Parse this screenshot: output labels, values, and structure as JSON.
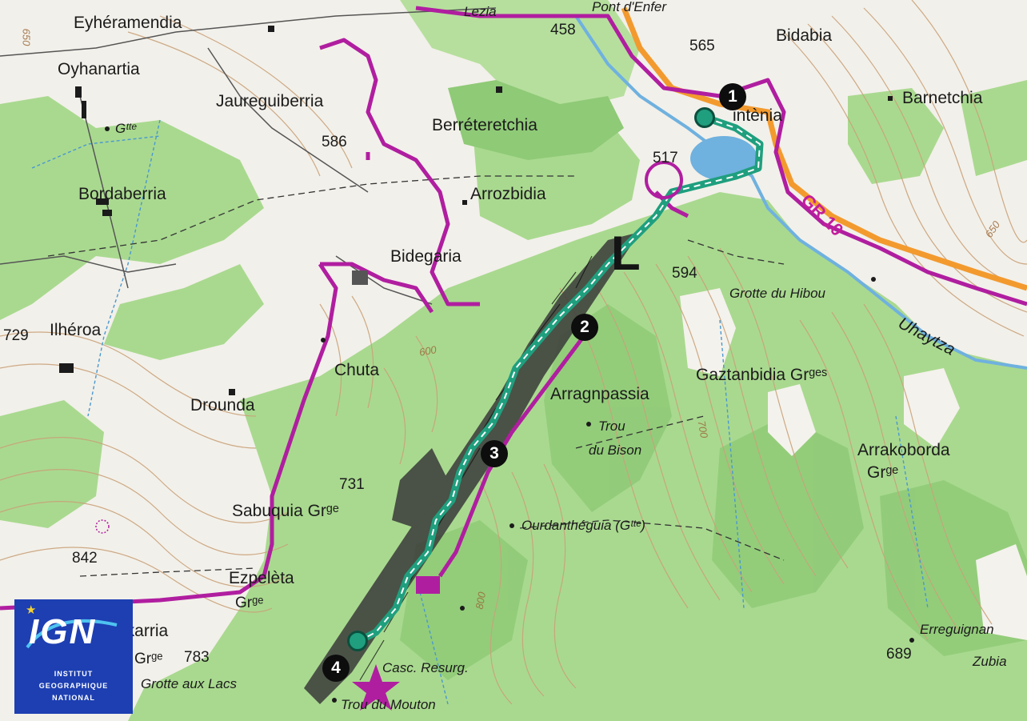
{
  "map": {
    "logo": {
      "letters": "IGN",
      "line1": "INSTITUT",
      "line2": "GEOGRAPHIQUE",
      "line3": "NATIONAL"
    },
    "waypoints": [
      "1",
      "2",
      "3",
      "4"
    ],
    "trail_label": "GR 10",
    "viewpoint_mark": "L",
    "place_names": {
      "eyheramendia": "Eyhéramendia",
      "oyhanartia": "Oyhanartia",
      "jaureguiberria": "Jaureguiberria",
      "berreteretchia": "Berréteretchia",
      "bordaberria": "Bordaberria",
      "arrozbidia": "Arrozbidia",
      "bidegaria": "Bidegaria",
      "ilheroa": "Ilhéroa",
      "chuta": "Chuta",
      "drounda": "Drounda",
      "arragnpassia": "Arragnpassia",
      "gaztanbidia": "Gaztanbidia Grᵍᵉˢ",
      "arrakoborda": "Arrakoborda",
      "arrakoborda_gr": "Grᵍᵉ",
      "sabuquia": "Sabuquia Grᵍᵉ",
      "ezpeleta": "Ezpelèta",
      "ezpeleta_gr": "Grᵍᵉ",
      "ekarria": "ékarria",
      "barnetchia": "Barnetchia",
      "bidabia": "Bidabia",
      "lezia": "Lezia",
      "pont_enfer": "Pont d'Enfer",
      "intenia": "intènia",
      "zubia": "Zubia",
      "gr_left": "Grᵍᵉ"
    },
    "features": {
      "grotte_hibou": "Grotte du Hibou",
      "trou_bison_1": "Trou",
      "trou_bison_2": "du Bison",
      "ourdantheguia": "Ourdanthéguia (Gᵗᵗᵉ)",
      "grotte_lacs": "Grotte aux Lacs",
      "trou_mouton": "Trou du Mouton",
      "casc_resurg": "Casc. Resurg.",
      "erreguignan": "Erreguignan",
      "uhaytza": "Uhaytza",
      "gire": "Gᵗᵗᵉ"
    },
    "altitudes": {
      "a458": "458",
      "a565": "565",
      "a586": "586",
      "a517": "517",
      "a594": "594",
      "a729": "729",
      "a731": "731",
      "a842": "842",
      "a783": "783",
      "a689": "689"
    },
    "contours": {
      "c650_left": "650",
      "c650_right": "650",
      "c600": "600",
      "c700": "700",
      "c800": "800"
    },
    "colors": {
      "pasture": "#f2f0ea",
      "forest": "#a9d98f",
      "forest_dark": "#8fca77",
      "contour": "#c9a27a",
      "trail_route": "#1f9f7e",
      "gr_path": "#b01ea0",
      "road_orange": "#f39a2e",
      "water": "#6fb1df",
      "cliff": "#2b2b2b"
    }
  }
}
